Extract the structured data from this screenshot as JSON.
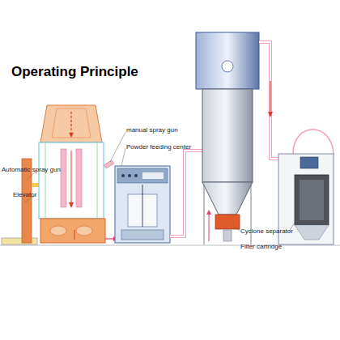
{
  "diagram": {
    "title": "Operating Principle",
    "labels": [
      "manual spray gun",
      "Powder feeding center",
      "Automatic spray gun",
      "Elevator",
      "Cyclone separator",
      "Filter cartridge"
    ]
  }
}
